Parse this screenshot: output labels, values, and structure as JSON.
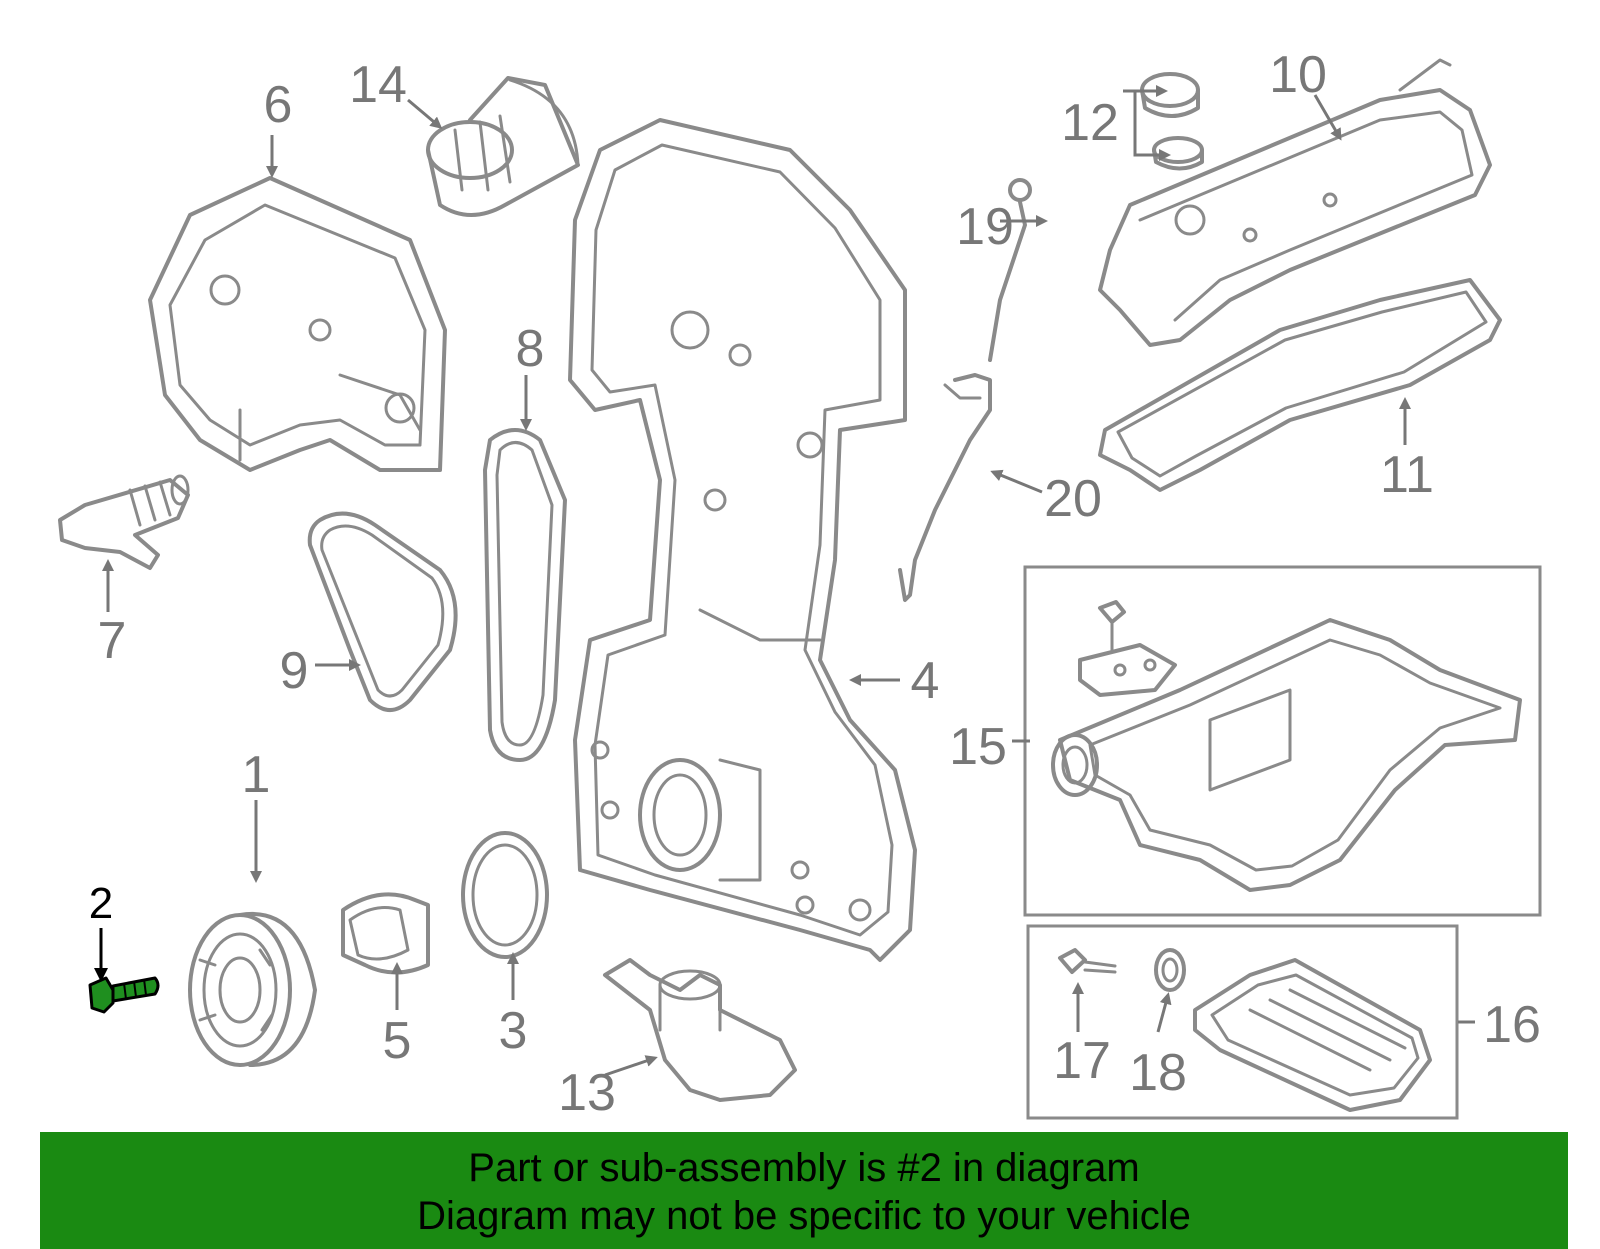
{
  "callouts": {
    "c1": "1",
    "c2": "2",
    "c3": "3",
    "c4": "4",
    "c5": "5",
    "c6": "6",
    "c7": "7",
    "c8": "8",
    "c9": "9",
    "c10": "10",
    "c11": "11",
    "c12": "12",
    "c13": "13",
    "c14": "14",
    "c15": "15",
    "c16": "16",
    "c17": "17",
    "c18": "18",
    "c19": "19",
    "c20": "20"
  },
  "highlight": {
    "part_number": "2",
    "color": "#1f8f1f"
  },
  "banner": {
    "line1": "Part or sub-assembly is #2 in diagram",
    "line2": "Diagram may not be specific to your vehicle",
    "background": "#1a8a12"
  }
}
